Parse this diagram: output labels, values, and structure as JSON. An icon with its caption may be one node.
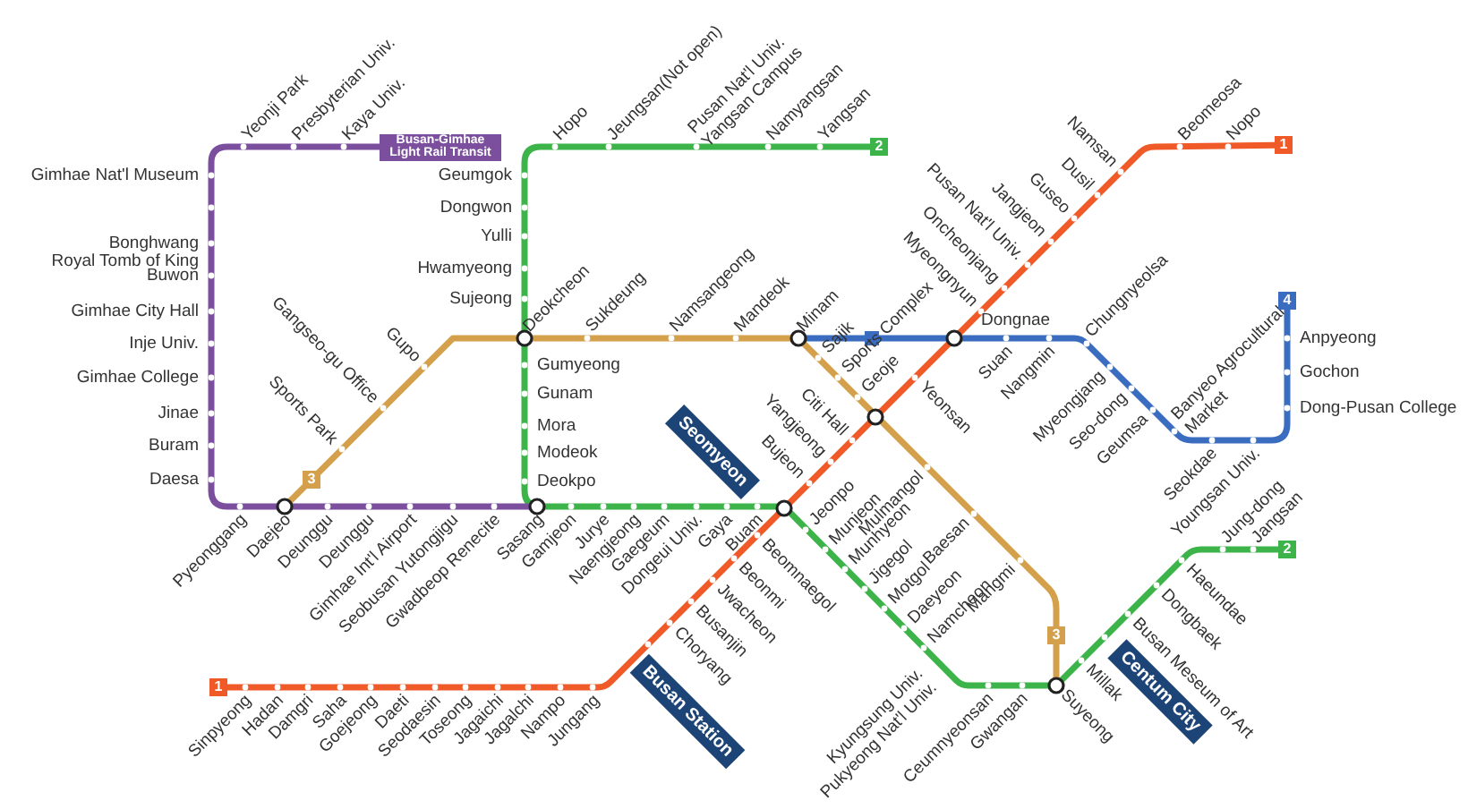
{
  "diagram": {
    "nodes": [
      {
        "text": [
          "Busan-Gimhae Light Rail Transit"
        ]
      },
      {
        "text": [
          "2"
        ]
      },
      {
        "text": [
          "1"
        ]
      },
      {
        "text": [
          "4"
        ]
      },
      {
        "text": [
          "3"
        ]
      },
      {
        "text": [
          "Seomyeon"
        ]
      },
      {
        "text": [
          "2"
        ]
      },
      {
        "text": [
          "3"
        ]
      },
      {
        "text": [
          "Busan Station"
        ]
      },
      {
        "text": [
          "1"
        ]
      },
      {
        "text": [
          "Centum City"
        ]
      },
      {
        "text": [],
        "shape": "circle"
      }
    ],
    "edges": [
      {
        "from": 1,
        "to": 6,
        "arrow": "none",
        "color": "#3cb44a"
      },
      {
        "from": 9,
        "to": 2,
        "arrow": "none",
        "color": "#f05a28"
      },
      {
        "from": 0,
        "to": 11,
        "arrow": "none",
        "color": "#7b4f9e"
      }
    ],
    "labels": [
      "Yeonji Park",
      "Presbyterian Univ.",
      "Kaya Univ.",
      "Gimhae Nat'l Museum",
      "Bonghwang",
      "Royal Tomb of King",
      "Buwon",
      "Gimhae City Hall",
      "Inje Univ.",
      "Gimhae College",
      "Jinae",
      "Buram",
      "Daesa",
      "Pyeonggang",
      "Daejeo",
      "Deunggu",
      "Deunggu",
      "Gimhae Int'l Airport",
      "Seobusan Yutongjigu",
      "Gwadbeop Renecite",
      "Sports Park",
      "Gangseo-gu Office",
      "Gupo",
      "Deokcheon",
      "Sukdeung",
      "Namsangeong",
      "Mandeok",
      "Minam",
      "Sajik",
      "Sports Complex",
      "Geoje",
      "Mulmangol",
      "Baesan",
      "Mangmi",
      "Hopo",
      "Jeungsan(Not open)",
      "Pusan Nat'l Univ. Yangsan Campus",
      "Namyangsan",
      "Yangsan",
      "Geumgok",
      "Dongwon",
      "Yulli",
      "Hwamyeong",
      "Sujeong",
      "Gumyeong",
      "Gunam",
      "Mora",
      "Modeok",
      "Deokpo",
      "Sasang",
      "Gamjeon",
      "Jurye",
      "Naengjeong",
      "Gaegeum",
      "Dongeui Univ.",
      "Gaya",
      "Buam",
      "Jeonpo",
      "Munjeon",
      "Munhyeon",
      "Jigegol",
      "Motgol",
      "Daeyeon",
      "Namcheon",
      "Kyungsung Univ. Pukyeong Nat'l Univ.",
      "Ceumnyeonsan",
      "Gwangan",
      "Suyeong",
      "Millak",
      "Busan Meseum of Art",
      "Dongbaek",
      "Haeundae",
      "Jung-dong",
      "Jangsan",
      "Sinpyeong",
      "Hadan",
      "Damgri",
      "Saha",
      "Goejeong",
      "Daeti",
      "Seodaesin",
      "Toseong",
      "Jagaichi",
      "Jagalchi",
      "Nampo",
      "Jungang",
      "Choryang",
      "Busanjin",
      "Jwacheon",
      "Beonmi",
      "Beomnaegol",
      "Bujeon",
      "Yangjeong",
      "Citi Hall",
      "Yeonsan",
      "Myeongnyun",
      "Oncheonjang",
      "Pusan Nat'l Univ.",
      "Jangjeon",
      "Guseo",
      "Dusil",
      "Namsan",
      "Beomeosa",
      "Nopo",
      "Dongnae",
      "Suan",
      "Nangmin",
      "Chungnyeolsa",
      "Myeongjang",
      "Seo-dong",
      "Geumsa",
      "Banyeo Agrocultural Market",
      "Seokdae",
      "Youngsan Univ.",
      "Anpyeong",
      "Gochon",
      "Dong-Pusan College"
    ]
  }
}
